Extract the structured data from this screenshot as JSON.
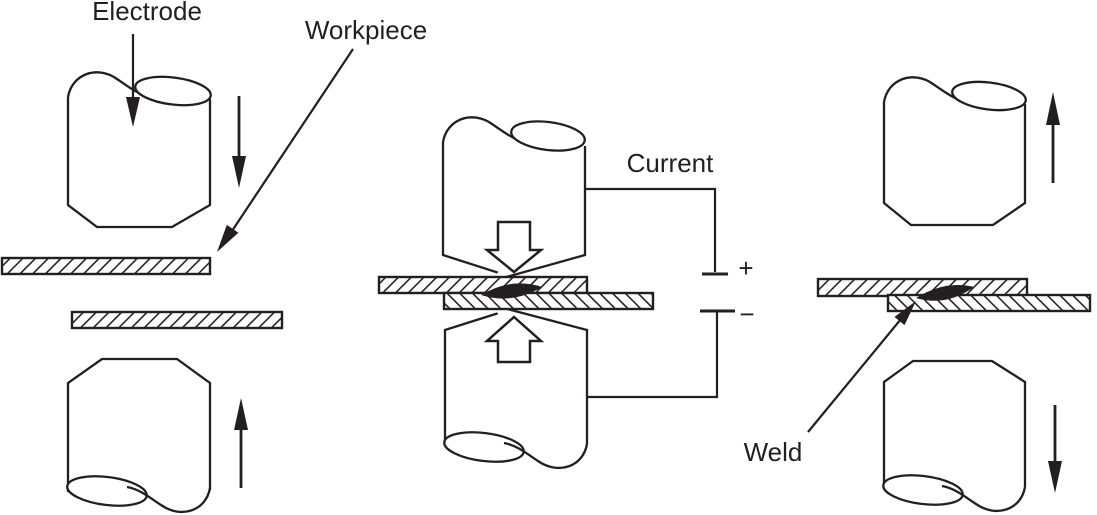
{
  "labels": {
    "electrode": "Electrode",
    "workpiece": "Workpiece",
    "current": "Current",
    "plus": "+",
    "minus": "−",
    "weld": "Weld"
  },
  "colors": {
    "ink": "#231f20",
    "background": "#ffffff",
    "weld_nugget": "#231f20"
  }
}
